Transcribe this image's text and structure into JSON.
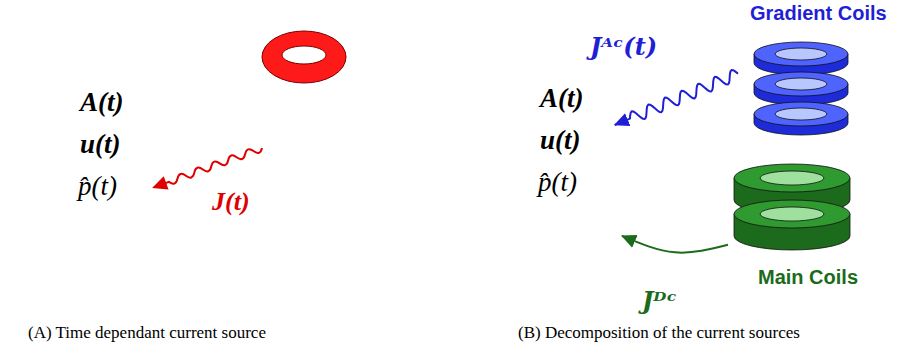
{
  "diagram": {
    "nodes": [
      {
        "text": [
          "A(t)",
          "u(t)",
          "p̂(t)"
        ]
      },
      {
        "text": [
          "A(t)",
          "u(t)",
          "p̂(t)"
        ]
      },
      {
        "text": [
          "Gradient Coils"
        ]
      },
      {
        "text": [
          "Main Coils"
        ]
      }
    ],
    "edges": [
      {
        "from": 2,
        "to": 1,
        "arrow": "to",
        "label": "Jᴬᶜ(t)"
      },
      {
        "from": 3,
        "to": 1,
        "arrow": "to",
        "label": "Jᴰᶜ"
      }
    ],
    "labels": [
      "J(t)",
      "(A) Time dependant current source",
      "(B) Decomposition of the current sources"
    ]
  }
}
